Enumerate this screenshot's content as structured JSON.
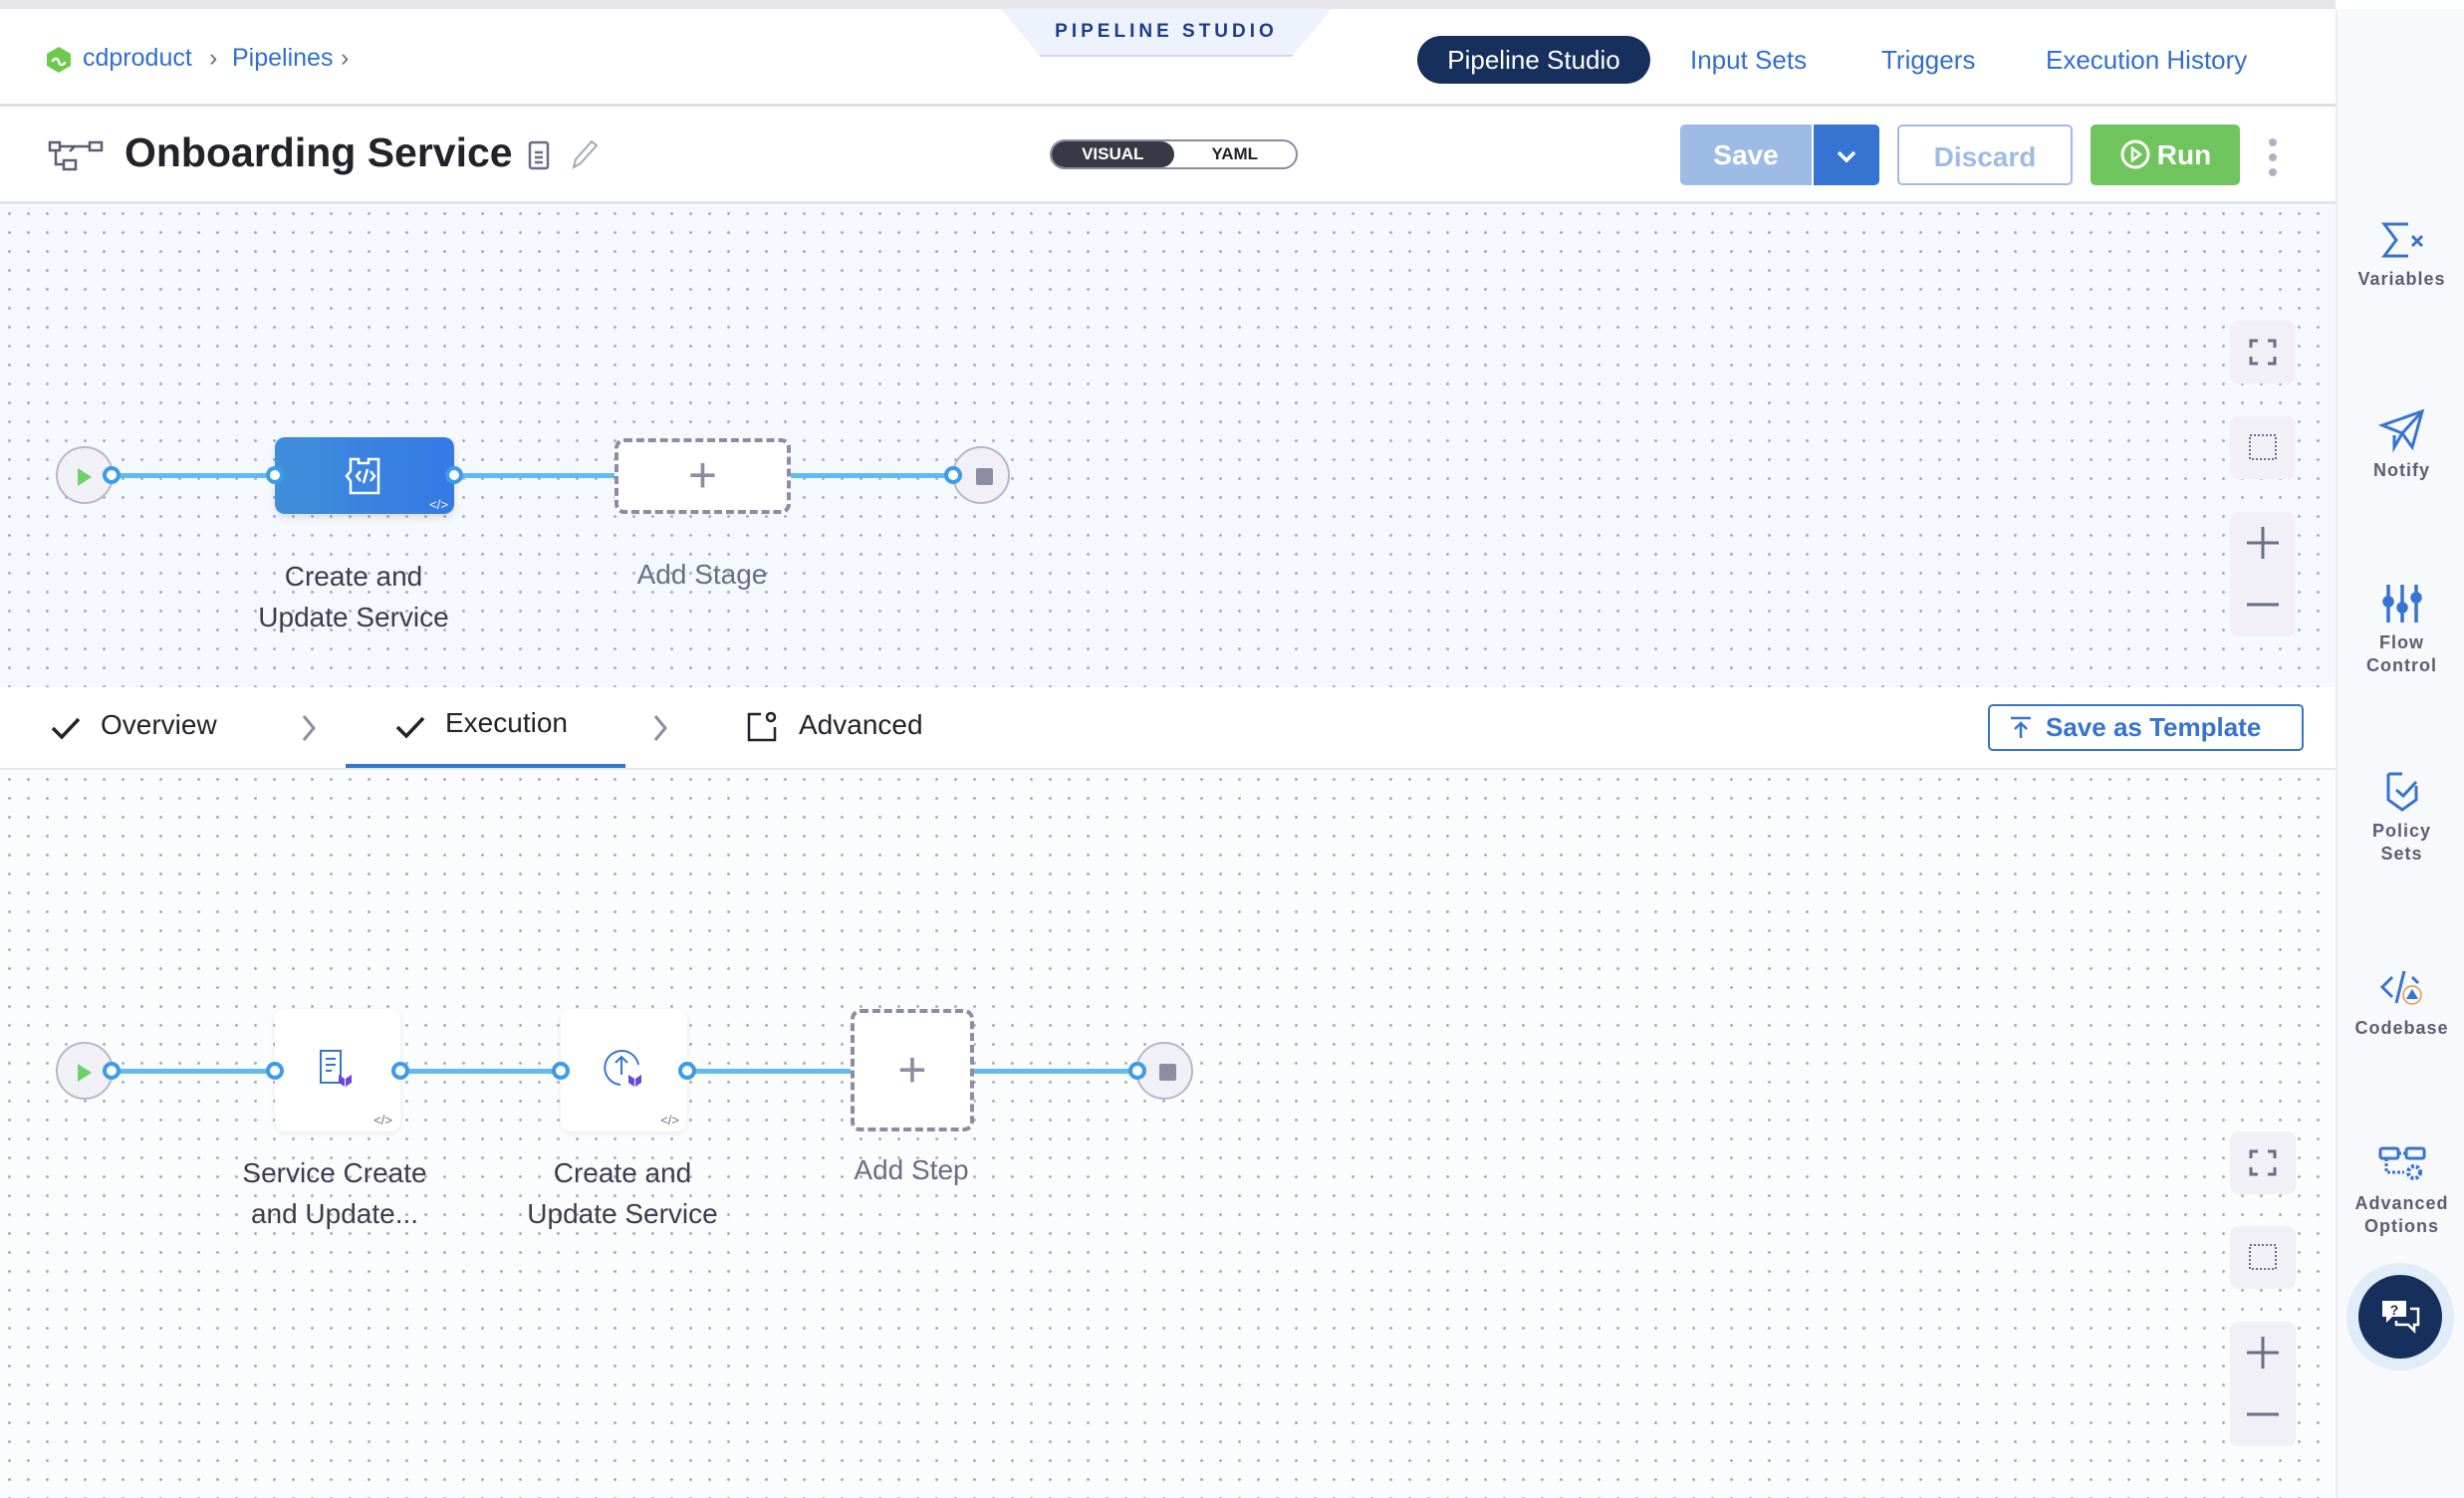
{
  "header": {
    "breadcrumb": [
      "cdproduct",
      "Pipelines"
    ],
    "banner": "PIPELINE STUDIO",
    "tabs": [
      "Pipeline Studio",
      "Input Sets",
      "Triggers",
      "Execution History"
    ],
    "active_tab": "Pipeline Studio"
  },
  "toolbar": {
    "pipeline_name": "Onboarding Service",
    "view_toggle": [
      "VISUAL",
      "YAML"
    ],
    "active_view": "VISUAL",
    "save": "Save",
    "discard": "Discard",
    "run": "Run"
  },
  "stages": {
    "items": [
      {
        "label_line1": "Create and",
        "label_line2": "Update Service"
      }
    ],
    "add_label": "Add Stage"
  },
  "stage_tabs": {
    "items": [
      "Overview",
      "Execution",
      "Advanced"
    ],
    "active": "Execution",
    "save_template": "Save as Template"
  },
  "steps": {
    "items": [
      {
        "label_line1": "Service Create",
        "label_line2": "and Update..."
      },
      {
        "label_line1": "Create and",
        "label_line2": "Update Service"
      }
    ],
    "add_label": "Add Step"
  },
  "sidebar": {
    "items": [
      {
        "line1": "Variables",
        "line2": "",
        "icon": "variables-icon"
      },
      {
        "line1": "Notify",
        "line2": "",
        "icon": "paper-plane-icon"
      },
      {
        "line1": "Flow",
        "line2": "Control",
        "icon": "sliders-icon"
      },
      {
        "line1": "Policy",
        "line2": "Sets",
        "icon": "shield-check-icon"
      },
      {
        "line1": "Codebase",
        "line2": "",
        "icon": "code-warning-icon"
      },
      {
        "line1": "Advanced",
        "line2": "Options",
        "icon": "nodes-gear-icon"
      }
    ]
  },
  "colors": {
    "accent": "#3574d0",
    "navy": "#172f5c",
    "run": "#6fc45e",
    "edge": "#62baf0"
  }
}
